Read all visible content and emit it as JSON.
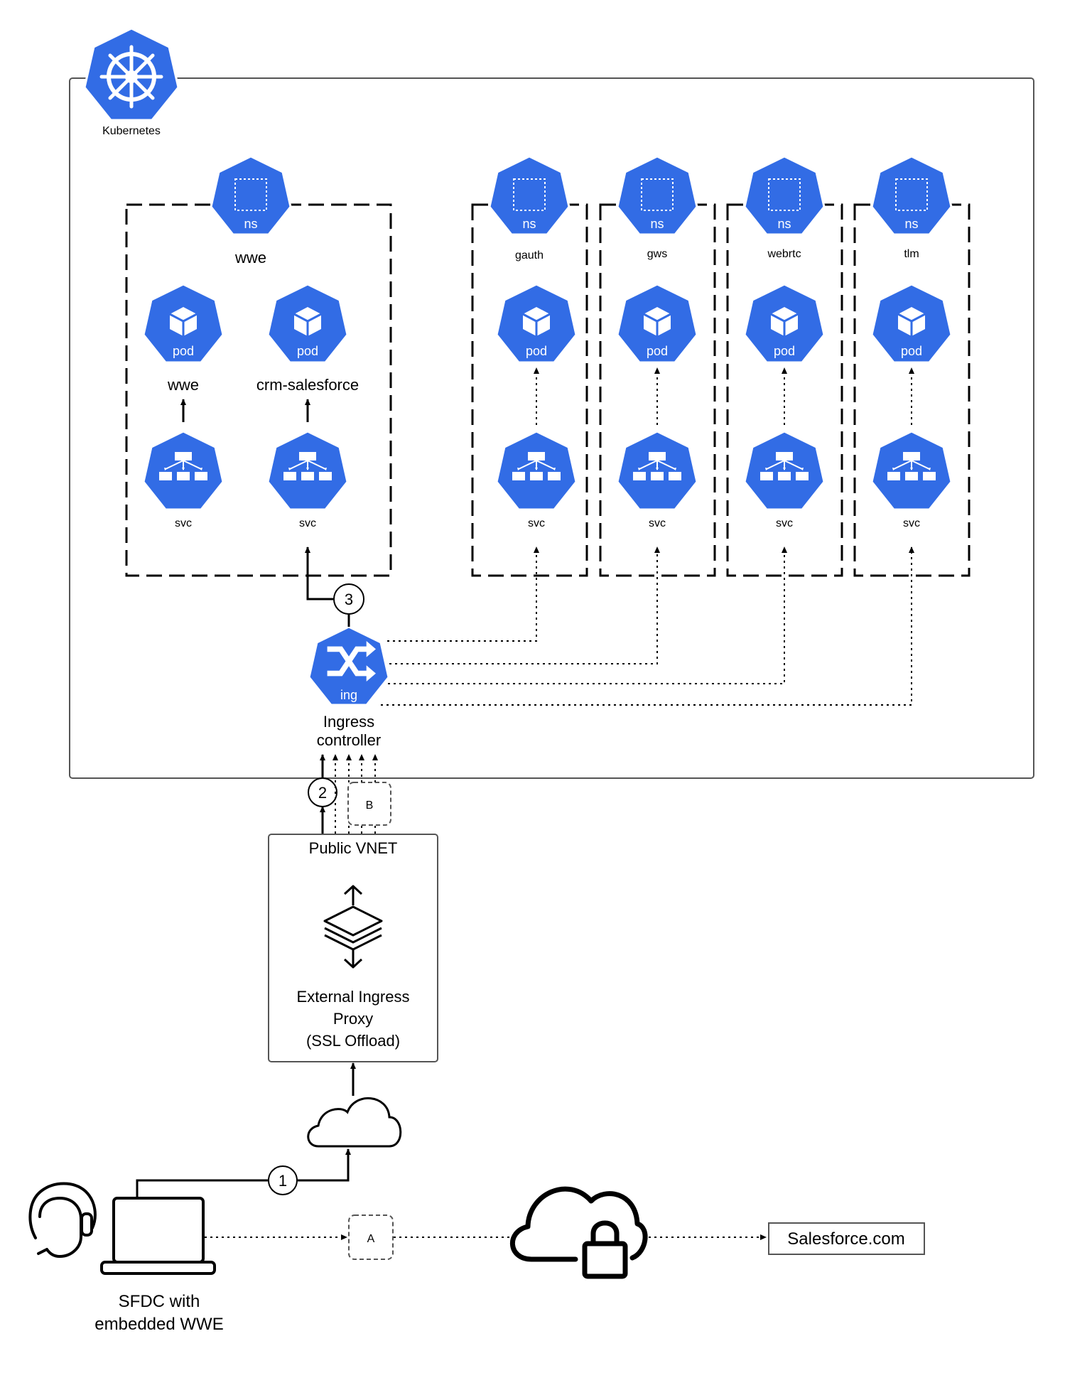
{
  "cluster": {
    "title": "Kubernetes"
  },
  "namespaces": [
    {
      "icon_label": "ns",
      "name": "wwe",
      "pods": [
        {
          "icon_label": "pod",
          "name": "wwe",
          "svc_label": "svc"
        },
        {
          "icon_label": "pod",
          "name": "crm-salesforce",
          "svc_label": "svc"
        }
      ]
    },
    {
      "icon_label": "ns",
      "name": "gauth",
      "pod_label": "pod",
      "svc_label": "svc"
    },
    {
      "icon_label": "ns",
      "name": "gws",
      "pod_label": "pod",
      "svc_label": "svc"
    },
    {
      "icon_label": "ns",
      "name": "webrtc",
      "pod_label": "pod",
      "svc_label": "svc"
    },
    {
      "icon_label": "ns",
      "name": "tlm",
      "pod_label": "pod",
      "svc_label": "svc"
    }
  ],
  "ingress": {
    "icon_label": "ing",
    "caption_line1": "Ingress",
    "caption_line2": "controller"
  },
  "steps": {
    "one": "1",
    "two": "2",
    "three": "3"
  },
  "markers": {
    "a": "A",
    "b": "B"
  },
  "public_vnet": {
    "title": "Public VNET",
    "proxy_line1": "External Ingress",
    "proxy_line2": "Proxy",
    "proxy_line3": "(SSL Offload)"
  },
  "client": {
    "line1": "SFDC with",
    "line2": "embedded WWE"
  },
  "salesforce": {
    "label": "Salesforce.com"
  },
  "colors": {
    "k8s_blue": "#326ce5",
    "line": "#000000",
    "frame": "#555555",
    "marker_border": "#555555"
  }
}
